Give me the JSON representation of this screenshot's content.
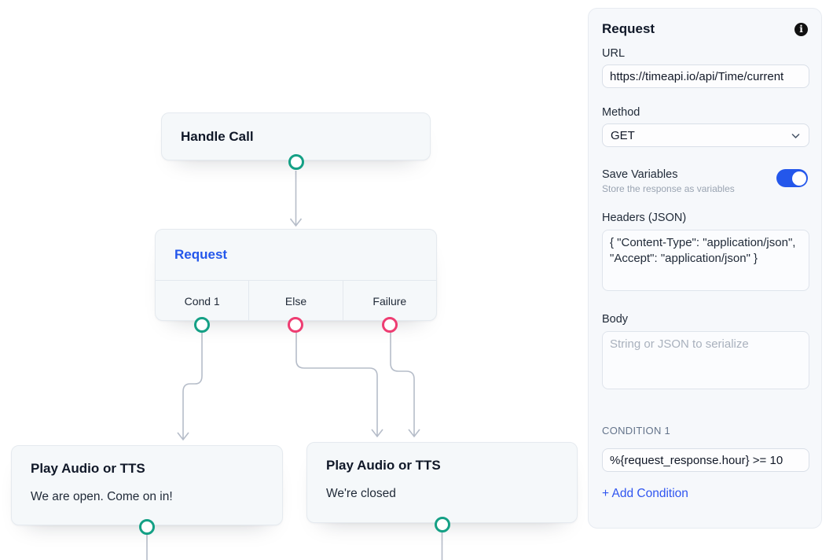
{
  "canvas": {
    "nodes": {
      "handle_call": {
        "title": "Handle Call"
      },
      "request": {
        "title": "Request",
        "branches": [
          {
            "label": "Cond 1",
            "port_color": "#14a085"
          },
          {
            "label": "Else",
            "port_color": "#ee3d72"
          },
          {
            "label": "Failure",
            "port_color": "#ee3d72"
          }
        ]
      },
      "play_open": {
        "title": "Play Audio or TTS",
        "message": "We are open. Come on in!"
      },
      "play_closed": {
        "title": "Play Audio or TTS",
        "message": "We're closed"
      }
    }
  },
  "panel": {
    "title": "Request",
    "info_icon": "i",
    "url": {
      "label": "URL",
      "value": "https://timeapi.io/api/Time/current"
    },
    "method": {
      "label": "Method",
      "value": "GET"
    },
    "save_variables": {
      "label": "Save Variables",
      "description": "Store the response as variables",
      "enabled": true
    },
    "headers": {
      "label": "Headers (JSON)",
      "value": "{ \"Content-Type\": \"application/json\", \"Accept\": \"application/json\" }"
    },
    "body": {
      "label": "Body",
      "placeholder": "String or JSON to serialize"
    },
    "condition": {
      "label": "CONDITION 1",
      "value": "%{request_response.hour} >= 10"
    },
    "add_condition_label": "+ Add Condition"
  },
  "colors": {
    "port_teal": "#14a085",
    "port_pink": "#ee3d72",
    "selected_node_title": "#2457eb",
    "toggle_on": "#2457eb",
    "link_blue": "#2f55f0",
    "edge_gray": "#b6bdc9"
  }
}
